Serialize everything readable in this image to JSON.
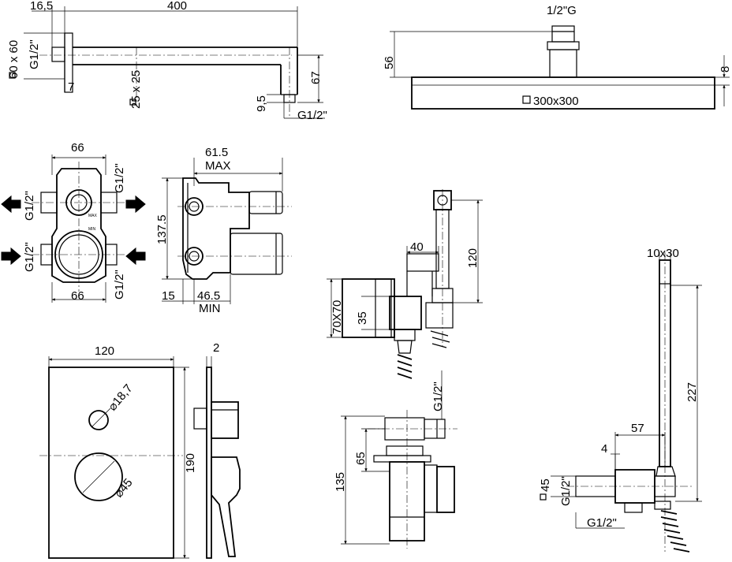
{
  "arm": {
    "dim_16_5": "16,5",
    "dim_400": "400",
    "flange": "60 x 60",
    "thread_in": "G1/2\"",
    "dim_7": "7",
    "section": "25 x 25",
    "dim_9_5": "9,5",
    "dim_67": "67",
    "thread_out": "G1/2\""
  },
  "showerhead": {
    "thread": "1/2\"G",
    "dim_56": "56",
    "dim_8": "8",
    "size": "300x300"
  },
  "valve_body": {
    "width_top": "66",
    "width_bottom": "66",
    "port_left_top": "G1/2\"",
    "port_left_bottom": "G1/2\"",
    "port_right_top": "G1/2\"",
    "port_right_bottom": "G1/2\"",
    "engraving_max": "MAX",
    "engraving_min": "MIN"
  },
  "valve_side": {
    "depth_max": "61.5",
    "max_label": "MAX",
    "height": "137.5",
    "dim_15": "15",
    "depth_min": "46.5",
    "min_label": "MIN"
  },
  "wall_outlet": {
    "dim_40": "40",
    "dim_120": "120",
    "plate": "70X70",
    "dim_35": "35"
  },
  "outlet_side": {
    "thread": "G1/2\"",
    "dim_65": "65",
    "dim_135": "135"
  },
  "faceplate": {
    "width": "120",
    "thickness": "2",
    "small_dia": "18,7",
    "large_dia": "45",
    "height": "190"
  },
  "hand_shower": {
    "section": "10x30",
    "length": "227",
    "dim_57": "57",
    "dim_4": "4",
    "flange": "45",
    "thread_top": "G1/2\"",
    "thread_bottom": "G1/2\""
  }
}
